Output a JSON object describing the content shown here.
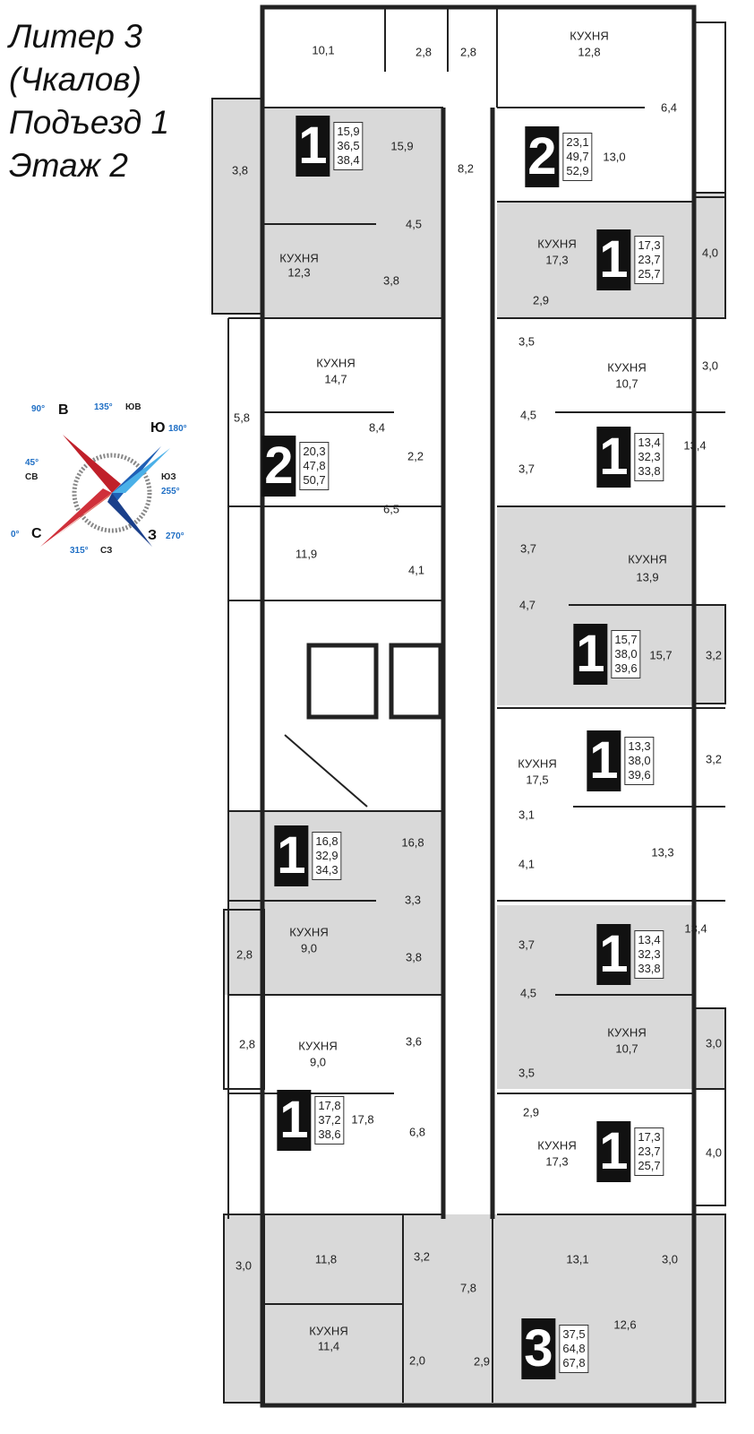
{
  "header": {
    "lines": [
      "Литер 3",
      "(Чкалов)",
      "Подъезд 1",
      "Этаж 2"
    ]
  },
  "compass": {
    "labels": [
      {
        "dir": "В",
        "deg": "90°"
      },
      {
        "dir": "ЮВ",
        "deg": "135°"
      },
      {
        "dir": "Ю",
        "deg": "180°"
      },
      {
        "dir": "ЮЗ",
        "deg": "255°"
      },
      {
        "dir": "З",
        "deg": "270°"
      },
      {
        "dir": "СЗ",
        "deg": "315°"
      },
      {
        "dir": "С",
        "deg": "0°"
      },
      {
        "dir": "СВ",
        "deg": "45°"
      }
    ]
  },
  "kitchen_label": "КУХНЯ",
  "rooms": [
    "10,1",
    "2,8",
    "2,8",
    "12,8",
    "6,4",
    "3,8",
    "15,9",
    "8,2",
    "13,0",
    "4,5",
    "12,3",
    "3,8",
    "17,3",
    "4,0",
    "2,9",
    "3,5",
    "10,7",
    "3,0",
    "14,7",
    "5,8",
    "8,4",
    "2,2",
    "4,5",
    "13,4",
    "3,7",
    "6,5",
    "11,9",
    "4,1",
    "3,7",
    "13,9",
    "4,7",
    "15,7",
    "3,2",
    "17,5",
    "3,2",
    "3,1",
    "16,8",
    "13,3",
    "3,3",
    "4,1",
    "9,0",
    "2,8",
    "3,8",
    "3,7",
    "13,4",
    "4,5",
    "9,0",
    "2,8",
    "3,6",
    "10,7",
    "3,0",
    "3,5",
    "17,8",
    "6,8",
    "2,9",
    "17,3",
    "4,0",
    "3,0",
    "11,8",
    "3,2",
    "7,8",
    "13,1",
    "3,0",
    "11,4",
    "2,0",
    "2,9",
    "12,6"
  ],
  "apartments": [
    {
      "rooms": "1",
      "values": [
        "15,9",
        "36,5",
        "38,4"
      ]
    },
    {
      "rooms": "2",
      "values": [
        "23,1",
        "49,7",
        "52,9"
      ]
    },
    {
      "rooms": "1",
      "values": [
        "17,3",
        "23,7",
        "25,7"
      ]
    },
    {
      "rooms": "2",
      "values": [
        "20,3",
        "47,8",
        "50,7"
      ]
    },
    {
      "rooms": "1",
      "values": [
        "13,4",
        "32,3",
        "33,8"
      ]
    },
    {
      "rooms": "1",
      "values": [
        "15,7",
        "38,0",
        "39,6"
      ]
    },
    {
      "rooms": "1",
      "values": [
        "13,3",
        "38,0",
        "39,6"
      ]
    },
    {
      "rooms": "1",
      "values": [
        "16,8",
        "32,9",
        "34,3"
      ]
    },
    {
      "rooms": "1",
      "values": [
        "13,4",
        "32,3",
        "33,8"
      ]
    },
    {
      "rooms": "1",
      "values": [
        "17,8",
        "37,2",
        "38,6"
      ]
    },
    {
      "rooms": "1",
      "values": [
        "17,3",
        "23,7",
        "25,7"
      ]
    },
    {
      "rooms": "3",
      "values": [
        "37,5",
        "64,8",
        "67,8"
      ]
    }
  ]
}
